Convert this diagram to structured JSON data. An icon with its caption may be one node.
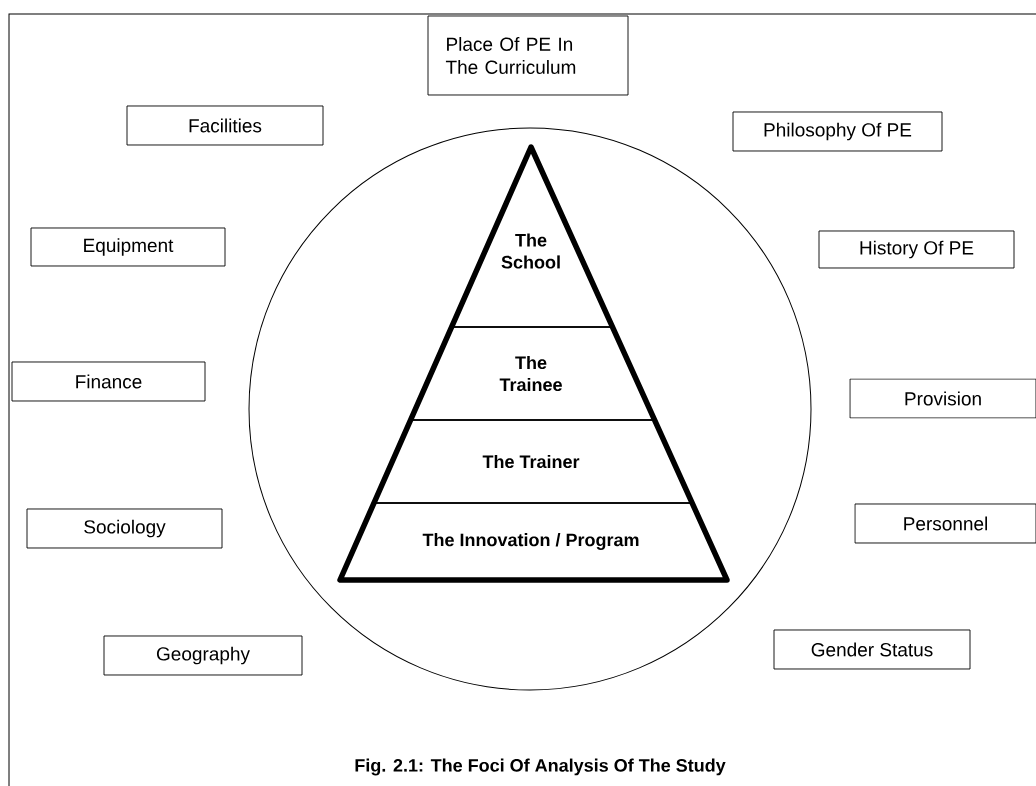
{
  "diagram": {
    "caption": "Fig. 2.1: The Foci Of Analysis Of The Study",
    "nodes": [
      {
        "text": [
          "Place Of PE In The Curriculum"
        ]
      },
      {
        "text": [
          "Facilities"
        ]
      },
      {
        "text": [
          "Philosophy Of PE"
        ]
      },
      {
        "text": [
          "Equipment"
        ]
      },
      {
        "text": [
          "History Of PE"
        ]
      },
      {
        "text": [
          "Finance"
        ]
      },
      {
        "text": [
          "Provision"
        ]
      },
      {
        "text": [
          "Sociology"
        ]
      },
      {
        "text": [
          "Personnel"
        ]
      },
      {
        "text": [
          "Geography"
        ]
      },
      {
        "text": [
          "Gender Status"
        ]
      },
      {
        "text": [],
        "shape": "circle"
      },
      {
        "text": [
          "The School"
        ],
        "in": 11
      },
      {
        "text": [
          "The Trainee"
        ],
        "in": 11
      },
      {
        "text": [
          "The Trainer"
        ],
        "in": 11
      },
      {
        "text": [
          "The Innovation / Program"
        ],
        "in": 11
      }
    ],
    "edges": []
  }
}
